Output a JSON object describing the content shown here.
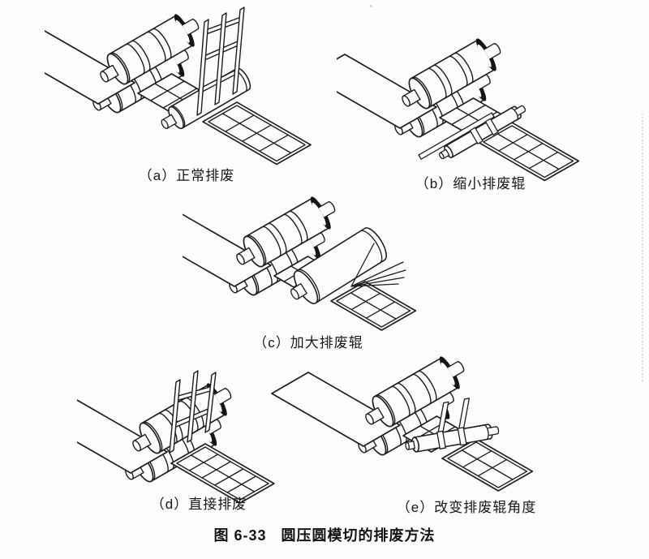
{
  "figure": {
    "caption": {
      "number": "图 6-33",
      "title": "圆压圆模切的排废方法"
    },
    "panels": [
      {
        "id": "a",
        "label": "（a）正常排废"
      },
      {
        "id": "b",
        "label": "（b）缩小排废辊"
      },
      {
        "id": "c",
        "label": "（c）加大排废辊"
      },
      {
        "id": "d",
        "label": "（d）直接排废"
      },
      {
        "id": "e",
        "label": "（e）改变排废辊角度"
      }
    ],
    "colors": {
      "ink": "#1d1d1d",
      "paper": "#fcfcfb"
    }
  }
}
